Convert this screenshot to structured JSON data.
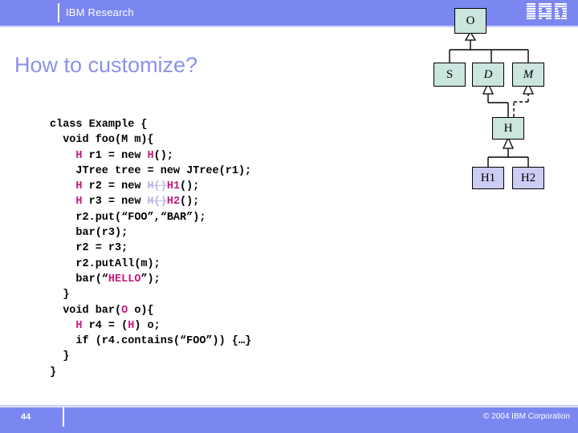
{
  "header": {
    "brand": "IBM Research",
    "logo_alt": "IBM",
    "band_color": "#7b87f0"
  },
  "title": "How to customize?",
  "title_color": "#8a93e8",
  "code": {
    "language": "java",
    "highlight_color": "#c3197e",
    "struck_color": "#b9b9e8",
    "lines": [
      [
        {
          "t": "class Example {",
          "c": "plain"
        }
      ],
      [
        {
          "t": "  void foo(M m){",
          "c": "plain"
        }
      ],
      [
        {
          "t": "    ",
          "c": "plain"
        },
        {
          "t": "H",
          "c": "hl"
        },
        {
          "t": " r1 = new ",
          "c": "plain"
        },
        {
          "t": "H",
          "c": "hl"
        },
        {
          "t": "();",
          "c": "plain"
        }
      ],
      [
        {
          "t": "    JTree tree = new JTree(r1);",
          "c": "plain"
        }
      ],
      [
        {
          "t": "    ",
          "c": "plain"
        },
        {
          "t": "H",
          "c": "hl"
        },
        {
          "t": " r2 = new ",
          "c": "plain"
        },
        {
          "t": "H()",
          "c": "strike"
        },
        {
          "t": "H1",
          "c": "hl"
        },
        {
          "t": "();",
          "c": "plain"
        }
      ],
      [
        {
          "t": "    ",
          "c": "plain"
        },
        {
          "t": "H",
          "c": "hl"
        },
        {
          "t": " r3 = new ",
          "c": "plain"
        },
        {
          "t": "H()",
          "c": "strike"
        },
        {
          "t": "H2",
          "c": "hl"
        },
        {
          "t": "();",
          "c": "plain"
        }
      ],
      [
        {
          "t": "    r2.put(“FOO”,“BAR”);",
          "c": "plain"
        }
      ],
      [
        {
          "t": "    bar(r3);",
          "c": "plain"
        }
      ],
      [
        {
          "t": "    r2 = r3;",
          "c": "plain"
        }
      ],
      [
        {
          "t": "    r2.putAll(m);",
          "c": "plain"
        }
      ],
      [
        {
          "t": "    bar(“",
          "c": "plain"
        },
        {
          "t": "HELLO",
          "c": "hl"
        },
        {
          "t": "”);",
          "c": "plain"
        }
      ],
      [
        {
          "t": "  }",
          "c": "plain"
        }
      ],
      [
        {
          "t": "  void bar(",
          "c": "plain"
        },
        {
          "t": "O",
          "c": "hl"
        },
        {
          "t": " o){",
          "c": "plain"
        }
      ],
      [
        {
          "t": "    ",
          "c": "plain"
        },
        {
          "t": "H",
          "c": "hl"
        },
        {
          "t": " r4 = (",
          "c": "plain"
        },
        {
          "t": "H",
          "c": "hl"
        },
        {
          "t": ") o;",
          "c": "plain"
        }
      ],
      [
        {
          "t": "    if (r4.contains(“FOO”)) {…}",
          "c": "plain"
        }
      ],
      [
        {
          "t": "  }",
          "c": "plain"
        }
      ],
      [
        {
          "t": "}",
          "c": "plain"
        }
      ]
    ]
  },
  "diagram": {
    "type": "uml-class-hierarchy",
    "node_fill_base": "#cbe5df",
    "node_fill_subclass": "#ccccf5",
    "nodes": [
      {
        "id": "O",
        "label": "O",
        "style": "teal",
        "italic": false
      },
      {
        "id": "S",
        "label": "S",
        "style": "teal",
        "italic": false
      },
      {
        "id": "D",
        "label": "D",
        "style": "teal",
        "italic": true
      },
      {
        "id": "M",
        "label": "M",
        "style": "teal",
        "italic": true
      },
      {
        "id": "H",
        "label": "H",
        "style": "teal",
        "italic": false
      },
      {
        "id": "H1",
        "label": "H1",
        "style": "lav",
        "italic": false
      },
      {
        "id": "H2",
        "label": "H2",
        "style": "lav",
        "italic": false
      }
    ],
    "edges": [
      {
        "from": "S",
        "to": "O",
        "kind": "generalization"
      },
      {
        "from": "D",
        "to": "O",
        "kind": "generalization"
      },
      {
        "from": "M",
        "to": "O",
        "kind": "generalization"
      },
      {
        "from": "H",
        "to": "D",
        "kind": "generalization"
      },
      {
        "from": "H",
        "to": "M",
        "kind": "realization"
      },
      {
        "from": "H1",
        "to": "H",
        "kind": "generalization"
      },
      {
        "from": "H2",
        "to": "H",
        "kind": "generalization"
      }
    ]
  },
  "footer": {
    "page_number": "44",
    "copyright": "© 2004 IBM Corporation"
  }
}
